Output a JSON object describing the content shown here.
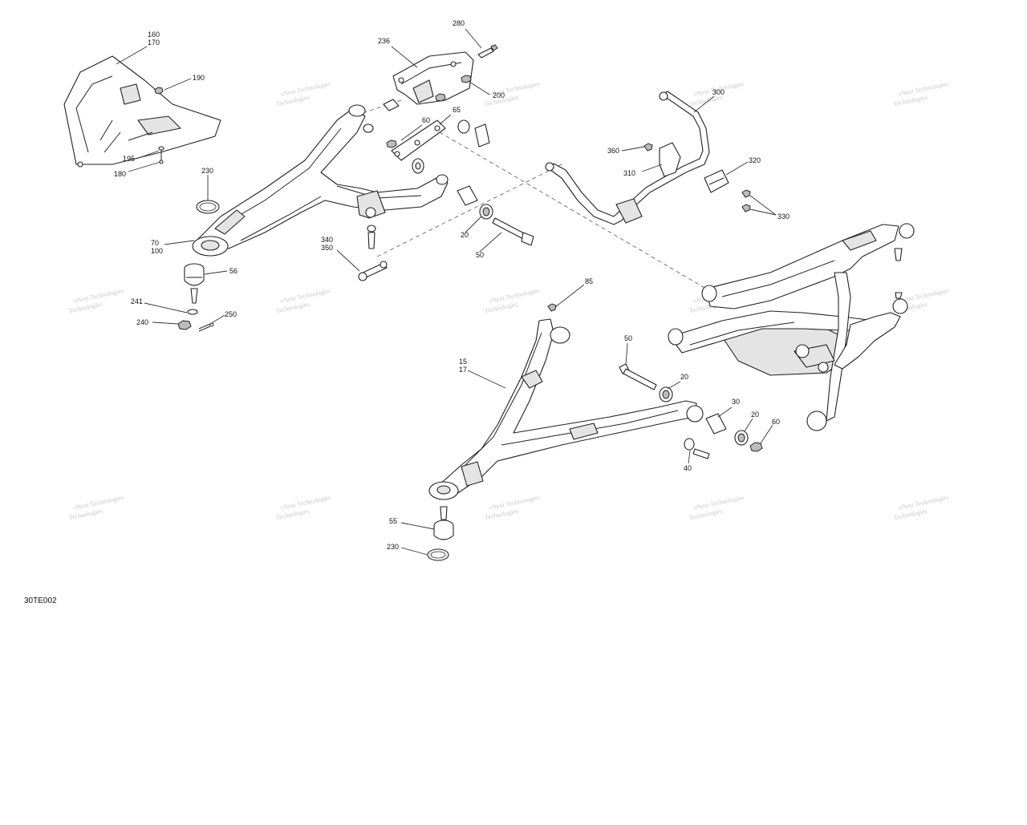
{
  "diagram": {
    "figure_code": "30TE002",
    "watermark_line1": "vNext Technologies",
    "watermark_line2": "Technologies",
    "callouts": {
      "c160": "160",
      "c170": "170",
      "c190": "190",
      "c195": "195",
      "c180": "180",
      "c230a": "230",
      "c70": "70",
      "c100": "100",
      "c56": "56",
      "c241": "241",
      "c240": "240",
      "c250": "250",
      "c236": "236",
      "c280": "280",
      "c200": "200",
      "c60a": "60",
      "c65": "65",
      "c340": "340",
      "c350": "350",
      "c20a": "20",
      "c50a": "50",
      "c300": "300",
      "c360": "360",
      "c310": "310",
      "c320": "320",
      "c330": "330",
      "c85": "85",
      "c15": "15",
      "c17": "17",
      "c50b": "50",
      "c20b": "20",
      "c30": "30",
      "c20c": "20",
      "c60b": "60",
      "c40": "40",
      "c55": "55",
      "c230b": "230"
    }
  }
}
